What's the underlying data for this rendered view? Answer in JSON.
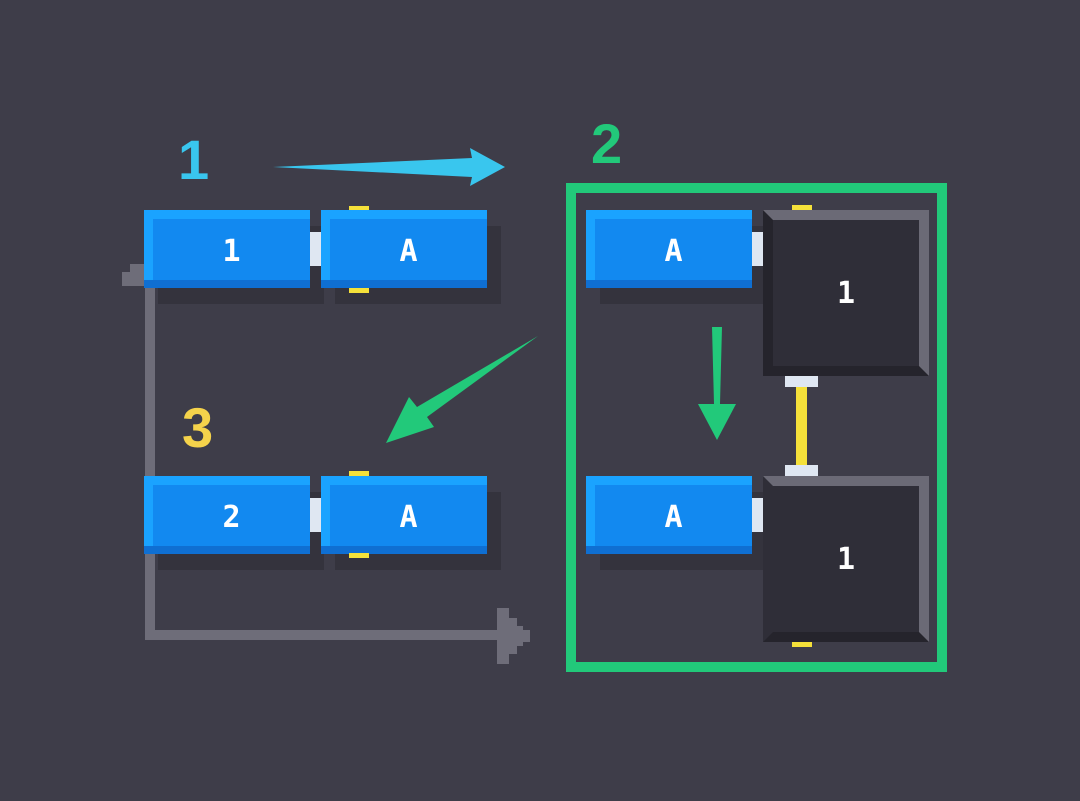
{
  "steps": {
    "one": {
      "label": "1",
      "color": "#39c6ee"
    },
    "two": {
      "label": "2",
      "color": "#22c97a"
    },
    "three": {
      "label": "3",
      "color": "#f5d34b"
    }
  },
  "group1": {
    "left_block": "1",
    "right_block": "A"
  },
  "group2": {
    "top_block": "A",
    "top_box": "1",
    "bottom_block": "A",
    "bottom_box": "1"
  },
  "group3": {
    "left_block": "2",
    "right_block": "A"
  },
  "colors": {
    "background": "#3e3d49",
    "block_blue": "#1289f0",
    "frame_green": "#22c97a",
    "arrow_cyan": "#39c6ee",
    "pin_yellow": "#f5e13a",
    "track_gray": "#6e6d79"
  },
  "icons": [
    "arrow-right-icon",
    "arrow-down-left-icon",
    "arrow-down-icon",
    "pipe-arrow-icon"
  ]
}
